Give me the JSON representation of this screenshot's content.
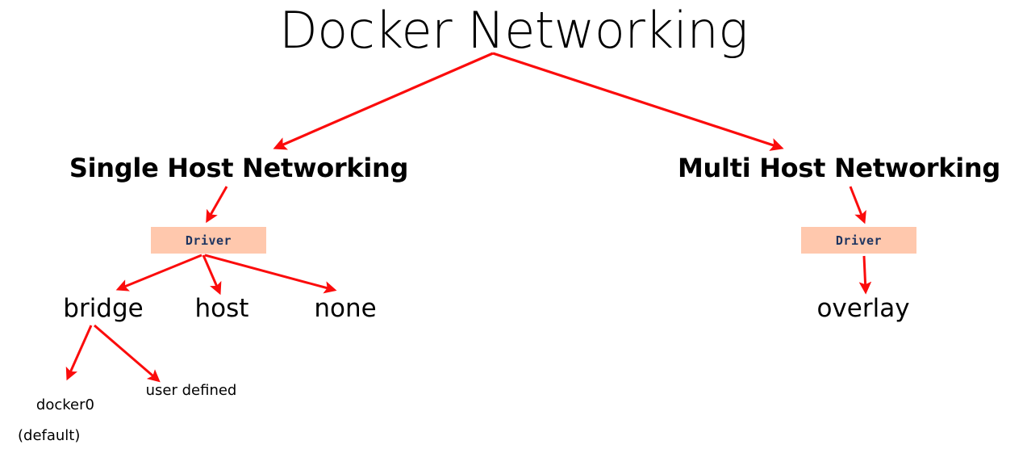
{
  "diagram": {
    "title": "Docker Networking",
    "background_color": "#ffffff",
    "arrow_color": "#fb0c0c",
    "driver_box_color": "#ffc8ad",
    "driver_text_color": "#1f3561",
    "text_color": "#000000",
    "sections": {
      "single": {
        "heading": "Single Host Networking",
        "driver_label": "Driver",
        "drivers": [
          {
            "name": "bridge",
            "children": [
              {
                "name": "docker0",
                "note": "(default)"
              },
              {
                "name": "user defined"
              }
            ]
          },
          {
            "name": "host"
          },
          {
            "name": "none"
          }
        ]
      },
      "multi": {
        "heading": "Multi Host Networking",
        "driver_label": "Driver",
        "drivers": [
          {
            "name": "overlay"
          }
        ]
      }
    }
  },
  "chart_data": {
    "type": "diagram",
    "title": "Docker Networking",
    "structure": "tree",
    "root": "Docker Networking",
    "nodes": [
      {
        "id": "root",
        "label": "Docker Networking",
        "level": 0,
        "parent": null
      },
      {
        "id": "single",
        "label": "Single Host Networking",
        "level": 1,
        "parent": "root"
      },
      {
        "id": "multi",
        "label": "Multi Host Networking",
        "level": 1,
        "parent": "root"
      },
      {
        "id": "driver-single",
        "label": "Driver",
        "level": 2,
        "parent": "single"
      },
      {
        "id": "driver-multi",
        "label": "Driver",
        "level": 2,
        "parent": "multi"
      },
      {
        "id": "bridge",
        "label": "bridge",
        "level": 3,
        "parent": "driver-single"
      },
      {
        "id": "host",
        "label": "host",
        "level": 3,
        "parent": "driver-single"
      },
      {
        "id": "none",
        "label": "none",
        "level": 3,
        "parent": "driver-single"
      },
      {
        "id": "overlay",
        "label": "overlay",
        "level": 3,
        "parent": "driver-multi"
      },
      {
        "id": "docker0",
        "label": "docker0 (default)",
        "level": 4,
        "parent": "bridge"
      },
      {
        "id": "userdefined",
        "label": "user defined",
        "level": 4,
        "parent": "bridge"
      }
    ],
    "edges": [
      {
        "from": "root",
        "to": "single"
      },
      {
        "from": "root",
        "to": "multi"
      },
      {
        "from": "single",
        "to": "driver-single"
      },
      {
        "from": "multi",
        "to": "driver-multi"
      },
      {
        "from": "driver-single",
        "to": "bridge"
      },
      {
        "from": "driver-single",
        "to": "host"
      },
      {
        "from": "driver-single",
        "to": "none"
      },
      {
        "from": "driver-multi",
        "to": "overlay"
      },
      {
        "from": "bridge",
        "to": "docker0"
      },
      {
        "from": "bridge",
        "to": "userdefined"
      }
    ]
  },
  "labels": {
    "title": "Docker Networking",
    "single_heading": "Single Host Networking",
    "multi_heading": "Multi Host Networking",
    "driver_single": "Driver",
    "driver_multi": "Driver",
    "bridge": "bridge",
    "host": "host",
    "none": "none",
    "overlay": "overlay",
    "docker0": "docker0",
    "docker0_note": "(default)",
    "user_defined": "user defined"
  }
}
